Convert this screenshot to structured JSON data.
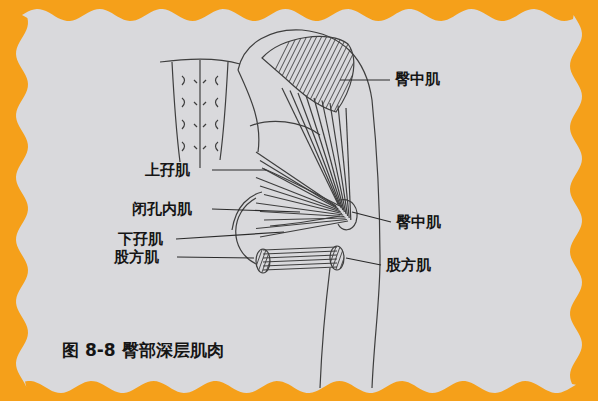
{
  "diagram": {
    "caption": "图 8-8 臀部深层肌肉",
    "labels": [
      "臀中肌",
      "上孖肌",
      "闭孔内肌",
      "臀中肌",
      "下孖肌",
      "股方肌",
      "股方肌"
    ]
  }
}
